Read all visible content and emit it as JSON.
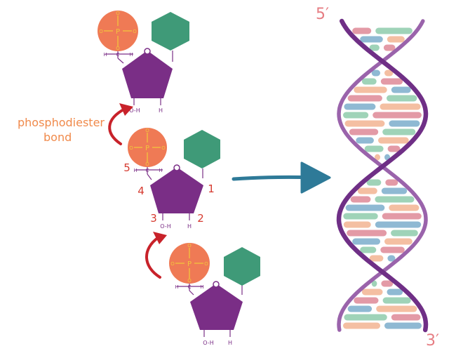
{
  "bond_label": {
    "line1": "phosphodiester",
    "line2": "bond"
  },
  "strand_ends": {
    "top": "5′",
    "bottom": "3′"
  },
  "carbon_numbers": [
    "1",
    "2",
    "3",
    "4",
    "5"
  ],
  "nucleotide_labels": {
    "phosphorus": "P",
    "oxygen": "O",
    "carbon": "C",
    "hydrogen": "H",
    "hydroxyl": "O-H"
  },
  "colors": {
    "phosphate": "#ef7a55",
    "phosphate_text": "#f2c53d",
    "sugar": "#7a2e86",
    "base": "#3f9a78",
    "bond_arrow": "#c8222a",
    "label": "#f08a4b",
    "number": "#d63a2f",
    "helix_arrow": "#2e7a98",
    "backbone": "#7b3f8f",
    "rung_pink": "#e39aa6",
    "rung_peach": "#f4bfa2",
    "rung_green": "#9fd3b8",
    "rung_blue": "#8fb9d3"
  }
}
